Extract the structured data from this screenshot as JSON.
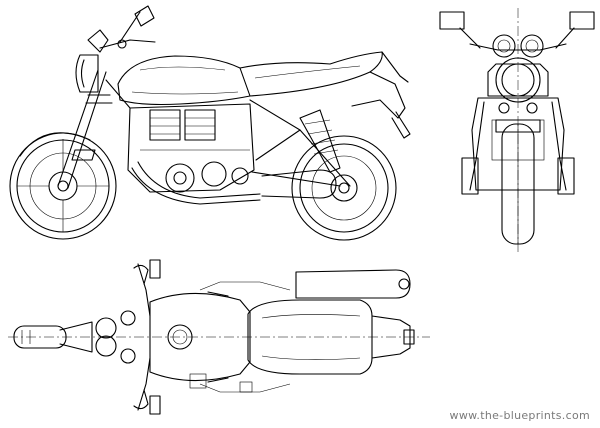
{
  "watermark": {
    "text": "www.the-blueprints.com"
  },
  "drawing": {
    "subject": "motorcycle",
    "views": [
      "side-view",
      "front-view",
      "top-view"
    ]
  },
  "colors": {
    "line": "#000000",
    "background": "#ffffff",
    "watermark": "#7a7a7a"
  }
}
